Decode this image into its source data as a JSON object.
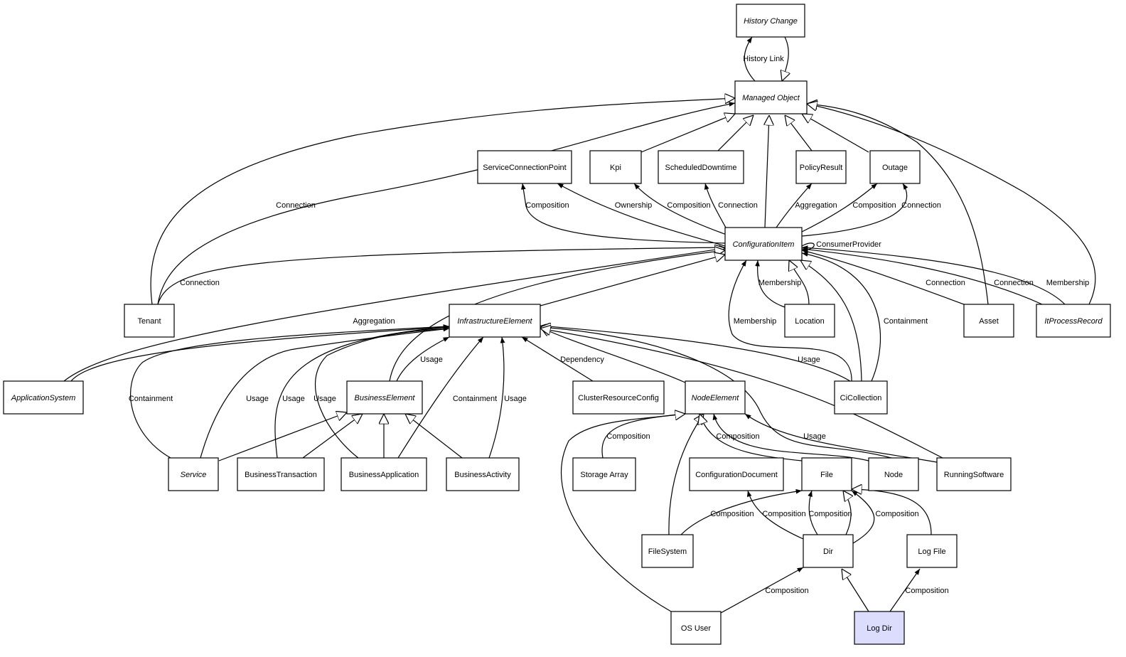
{
  "diagram": {
    "title": "Configuration Item Class Model",
    "highlight_color": "#dcdcfc",
    "node_color": "#ffffff",
    "nodes": [
      {
        "id": "HistoryChange",
        "label": "History Change",
        "abstract": true
      },
      {
        "id": "ManagedObject",
        "label": "Managed Object",
        "abstract": true
      },
      {
        "id": "ServiceConnectionPoint",
        "label": "ServiceConnectionPoint",
        "abstract": false
      },
      {
        "id": "Kpi",
        "label": "Kpi",
        "abstract": false
      },
      {
        "id": "ScheduledDowntime",
        "label": "ScheduledDowntime",
        "abstract": false
      },
      {
        "id": "PolicyResult",
        "label": "PolicyResult",
        "abstract": false
      },
      {
        "id": "Outage",
        "label": "Outage",
        "abstract": false
      },
      {
        "id": "ConfigurationItem",
        "label": "ConfigurationItem",
        "abstract": true
      },
      {
        "id": "Tenant",
        "label": "Tenant",
        "abstract": false
      },
      {
        "id": "InfrastructureElement",
        "label": "InfrastructureElement",
        "abstract": true
      },
      {
        "id": "Location",
        "label": "Location",
        "abstract": false
      },
      {
        "id": "Asset",
        "label": "Asset",
        "abstract": false
      },
      {
        "id": "ItProcessRecord",
        "label": "ItProcessRecord",
        "abstract": true
      },
      {
        "id": "ApplicationSystem",
        "label": "ApplicationSystem",
        "abstract": true
      },
      {
        "id": "BusinessElement",
        "label": "BusinessElement",
        "abstract": true
      },
      {
        "id": "ClusterResourceConfig",
        "label": "ClusterResourceConfig",
        "abstract": false
      },
      {
        "id": "NodeElement",
        "label": "NodeElement",
        "abstract": true
      },
      {
        "id": "CiCollection",
        "label": "CiCollection",
        "abstract": false
      },
      {
        "id": "Service",
        "label": "Service",
        "abstract": true
      },
      {
        "id": "BusinessTransaction",
        "label": "BusinessTransaction",
        "abstract": false
      },
      {
        "id": "BusinessApplication",
        "label": "BusinessApplication",
        "abstract": false
      },
      {
        "id": "BusinessActivity",
        "label": "BusinessActivity",
        "abstract": false
      },
      {
        "id": "StorageArray",
        "label": "Storage Array",
        "abstract": false
      },
      {
        "id": "ConfigurationDocument",
        "label": "ConfigurationDocument",
        "abstract": false
      },
      {
        "id": "File",
        "label": "File",
        "abstract": false
      },
      {
        "id": "Node",
        "label": "Node",
        "abstract": false
      },
      {
        "id": "RunningSoftware",
        "label": "RunningSoftware",
        "abstract": false
      },
      {
        "id": "FileSystem",
        "label": "FileSystem",
        "abstract": false
      },
      {
        "id": "Dir",
        "label": "Dir",
        "abstract": false
      },
      {
        "id": "LogFile",
        "label": "Log File",
        "abstract": false
      },
      {
        "id": "OSUser",
        "label": "OS User",
        "abstract": false
      },
      {
        "id": "LogDir",
        "label": "Log Dir",
        "abstract": false,
        "highlighted": true
      }
    ],
    "edges": [
      {
        "from": "ManagedObject",
        "to": "HistoryChange",
        "kind": "association",
        "label": "History Link"
      },
      {
        "from": "HistoryChange",
        "to": "ManagedObject",
        "kind": "inheritance",
        "label": ""
      },
      {
        "from": "Kpi",
        "to": "ManagedObject",
        "kind": "inheritance",
        "label": ""
      },
      {
        "from": "ScheduledDowntime",
        "to": "ManagedObject",
        "kind": "inheritance",
        "label": ""
      },
      {
        "from": "ConfigurationItem",
        "to": "ManagedObject",
        "kind": "inheritance",
        "label": ""
      },
      {
        "from": "PolicyResult",
        "to": "ManagedObject",
        "kind": "inheritance",
        "label": ""
      },
      {
        "from": "Outage",
        "to": "ManagedObject",
        "kind": "inheritance",
        "label": ""
      },
      {
        "from": "Tenant",
        "to": "ManagedObject",
        "kind": "inheritance",
        "label": ""
      },
      {
        "from": "Tenant",
        "to": "ManagedObject",
        "kind": "association",
        "label": "Connection"
      },
      {
        "from": "Asset",
        "to": "ManagedObject",
        "kind": "inheritance",
        "label": ""
      },
      {
        "from": "ItProcessRecord",
        "to": "ManagedObject",
        "kind": "inheritance",
        "label": ""
      },
      {
        "from": "ConfigurationItem",
        "to": "ServiceConnectionPoint",
        "kind": "association",
        "label": "Composition"
      },
      {
        "from": "ConfigurationItem",
        "to": "ServiceConnectionPoint",
        "kind": "association",
        "label": "Ownership"
      },
      {
        "from": "ConfigurationItem",
        "to": "Kpi",
        "kind": "association",
        "label": "Composition"
      },
      {
        "from": "ConfigurationItem",
        "to": "ScheduledDowntime",
        "kind": "association",
        "label": "Connection"
      },
      {
        "from": "ConfigurationItem",
        "to": "PolicyResult",
        "kind": "association",
        "label": "Aggregation"
      },
      {
        "from": "ConfigurationItem",
        "to": "Outage",
        "kind": "association",
        "label": "Composition"
      },
      {
        "from": "ConfigurationItem",
        "to": "Outage",
        "kind": "association",
        "label": "Connection"
      },
      {
        "from": "ConfigurationItem",
        "to": "ConfigurationItem",
        "kind": "association",
        "label": "ConsumerProvider"
      },
      {
        "from": "Tenant",
        "to": "ConfigurationItem",
        "kind": "association",
        "label": "Connection"
      },
      {
        "from": "ApplicationSystem",
        "to": "ConfigurationItem",
        "kind": "inheritance",
        "label": ""
      },
      {
        "from": "BusinessElement",
        "to": "ConfigurationItem",
        "kind": "inheritance",
        "label": ""
      },
      {
        "from": "InfrastructureElement",
        "to": "ConfigurationItem",
        "kind": "inheritance",
        "label": ""
      },
      {
        "from": "Location",
        "to": "ConfigurationItem",
        "kind": "association",
        "label": "Membership"
      },
      {
        "from": "Location",
        "to": "ConfigurationItem",
        "kind": "inheritance",
        "label": ""
      },
      {
        "from": "CiCollection",
        "to": "ConfigurationItem",
        "kind": "association",
        "label": "Membership"
      },
      {
        "from": "CiCollection",
        "to": "ConfigurationItem",
        "kind": "inheritance",
        "label": ""
      },
      {
        "from": "CiCollection",
        "to": "ConfigurationItem",
        "kind": "association",
        "label": "Containment"
      },
      {
        "from": "Asset",
        "to": "ConfigurationItem",
        "kind": "association",
        "label": "Connection"
      },
      {
        "from": "ItProcessRecord",
        "to": "ConfigurationItem",
        "kind": "association",
        "label": "Connection"
      },
      {
        "from": "ItProcessRecord",
        "to": "ConfigurationItem",
        "kind": "association",
        "label": "Membership"
      },
      {
        "from": "ApplicationSystem",
        "to": "InfrastructureElement",
        "kind": "association",
        "label": "Aggregation"
      },
      {
        "from": "Service",
        "to": "InfrastructureElement",
        "kind": "association",
        "label": "Containment"
      },
      {
        "from": "Service",
        "to": "InfrastructureElement",
        "kind": "association",
        "label": "Usage"
      },
      {
        "from": "BusinessTransaction",
        "to": "InfrastructureElement",
        "kind": "association",
        "label": "Usage"
      },
      {
        "from": "BusinessApplication",
        "to": "InfrastructureElement",
        "kind": "association",
        "label": "Usage"
      },
      {
        "from": "BusinessElement",
        "to": "InfrastructureElement",
        "kind": "association",
        "label": "Usage"
      },
      {
        "from": "BusinessApplication",
        "to": "InfrastructureElement",
        "kind": "association",
        "label": "Containment"
      },
      {
        "from": "BusinessActivity",
        "to": "InfrastructureElement",
        "kind": "association",
        "label": "Usage"
      },
      {
        "from": "ClusterResourceConfig",
        "to": "InfrastructureElement",
        "kind": "association",
        "label": "Dependency"
      },
      {
        "from": "NodeElement",
        "to": "InfrastructureElement",
        "kind": "inheritance",
        "label": ""
      },
      {
        "from": "CiCollection",
        "to": "InfrastructureElement",
        "kind": "association",
        "label": "Usage"
      },
      {
        "from": "Node",
        "to": "InfrastructureElement",
        "kind": "inheritance",
        "label": ""
      },
      {
        "from": "RunningSoftware",
        "to": "InfrastructureElement",
        "kind": "inheritance",
        "label": ""
      },
      {
        "from": "Service",
        "to": "BusinessElement",
        "kind": "inheritance",
        "label": ""
      },
      {
        "from": "BusinessTransaction",
        "to": "BusinessElement",
        "kind": "inheritance",
        "label": ""
      },
      {
        "from": "BusinessApplication",
        "to": "BusinessElement",
        "kind": "inheritance",
        "label": ""
      },
      {
        "from": "BusinessActivity",
        "to": "BusinessElement",
        "kind": "inheritance",
        "label": ""
      },
      {
        "from": "StorageArray",
        "to": "NodeElement",
        "kind": "association",
        "label": "Composition"
      },
      {
        "from": "OSUser",
        "to": "NodeElement",
        "kind": "inheritance",
        "label": ""
      },
      {
        "from": "FileSystem",
        "to": "NodeElement",
        "kind": "inheritance",
        "label": ""
      },
      {
        "from": "File",
        "to": "NodeElement",
        "kind": "inheritance",
        "label": ""
      },
      {
        "from": "Node",
        "to": "NodeElement",
        "kind": "association",
        "label": "Composition"
      },
      {
        "from": "RunningSoftware",
        "to": "NodeElement",
        "kind": "association",
        "label": "Usage"
      },
      {
        "from": "FileSystem",
        "to": "File",
        "kind": "association",
        "label": "Composition"
      },
      {
        "from": "Dir",
        "to": "ConfigurationDocument",
        "kind": "association",
        "label": "Composition"
      },
      {
        "from": "Dir",
        "to": "File",
        "kind": "association",
        "label": "Composition"
      },
      {
        "from": "Dir",
        "to": "File",
        "kind": "inheritance",
        "label": ""
      },
      {
        "from": "Dir",
        "to": "File",
        "kind": "association",
        "label": "Composition"
      },
      {
        "from": "LogFile",
        "to": "File",
        "kind": "inheritance",
        "label": ""
      },
      {
        "from": "OSUser",
        "to": "Dir",
        "kind": "association",
        "label": "Composition"
      },
      {
        "from": "LogDir",
        "to": "Dir",
        "kind": "inheritance",
        "label": ""
      },
      {
        "from": "LogDir",
        "to": "LogFile",
        "kind": "association",
        "label": "Composition"
      }
    ]
  }
}
